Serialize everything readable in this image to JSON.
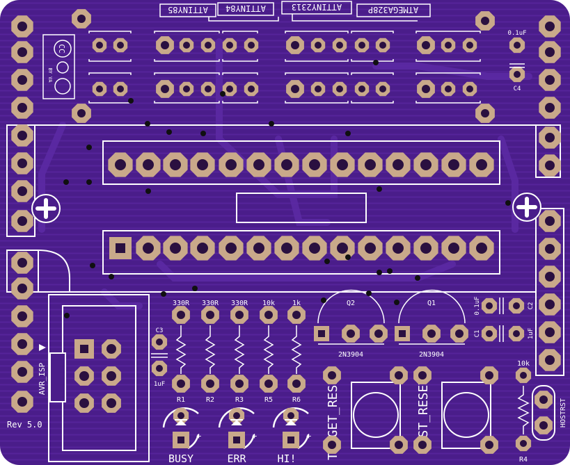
{
  "board": {
    "substrate_color": "#4a1d8a",
    "trace_color": "#5e2ea8",
    "silk_color": "#ffffff",
    "pad_color": "#c9a98a",
    "pad_hole_color": "#2a1040"
  },
  "chip_labels": {
    "attiny85": "ATTINY85",
    "attiny84": "ATTINY84",
    "attiny2313": "ATTINY2313",
    "atmega328p": "ATMEGA328P"
  },
  "power_jack": {
    "label_cc": "CC",
    "label_byva": "BY VA"
  },
  "caps": {
    "c4_value": "0.1uF",
    "c4_name": "C4",
    "c3_name": "C3",
    "c3_value": "1uF",
    "c2_value": "0.1uF",
    "c2_name": "C2",
    "c1_name": "C1",
    "c1_value": "1uF"
  },
  "resistors": [
    {
      "value": "330R",
      "name": "R1"
    },
    {
      "value": "330R",
      "name": "R2"
    },
    {
      "value": "330R",
      "name": "R3"
    },
    {
      "value": "10k",
      "name": "R5"
    },
    {
      "value": "1k",
      "name": "R6"
    }
  ],
  "r4": {
    "value": "10k",
    "name": "R4"
  },
  "transistors": [
    {
      "name": "Q2",
      "type": "2N3904"
    },
    {
      "name": "Q1",
      "type": "2N3904"
    }
  ],
  "leds": [
    {
      "label": "BUSY",
      "plus": "+"
    },
    {
      "label": "ERR",
      "plus": "+"
    },
    {
      "label": "HI!",
      "plus": "+"
    }
  ],
  "buttons": {
    "target_reset": "TARGET_RESET",
    "host_reset": "HOST_RESET"
  },
  "misc": {
    "avr_isp": "AVR_ISP",
    "revision": "Rev 5.0",
    "hostrst": "HOSTRST"
  }
}
